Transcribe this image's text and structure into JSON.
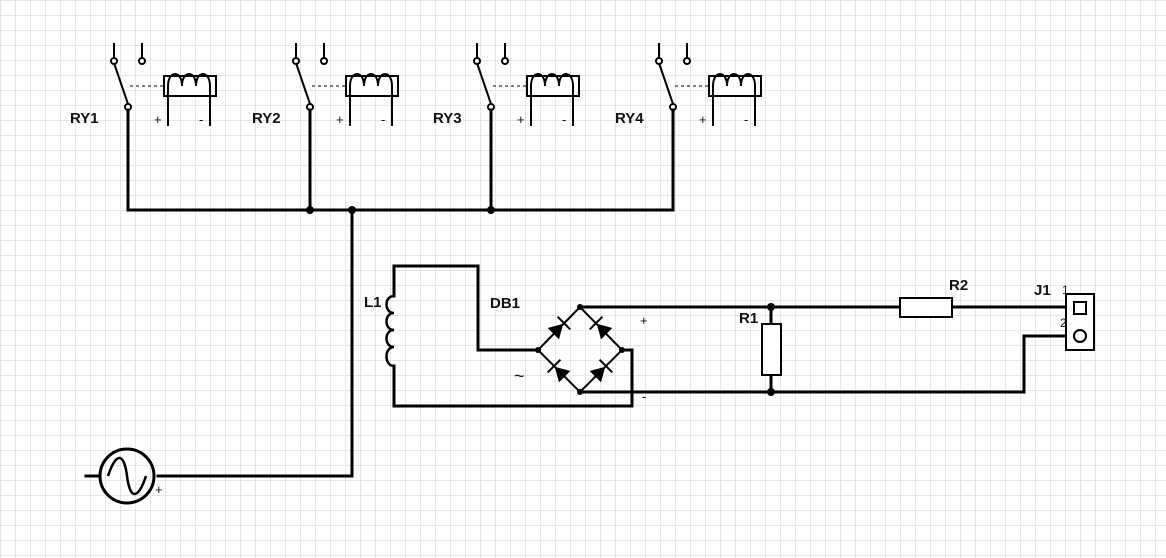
{
  "diagram": {
    "type": "electrical-schematic",
    "relays": [
      {
        "ref": "RY1",
        "plus": "+",
        "minus": "-"
      },
      {
        "ref": "RY2",
        "plus": "+",
        "minus": "-"
      },
      {
        "ref": "RY3",
        "plus": "+",
        "minus": "-"
      },
      {
        "ref": "RY4",
        "plus": "+",
        "minus": "-"
      }
    ],
    "inductor": {
      "ref": "L1"
    },
    "bridge": {
      "ref": "DB1",
      "ac_symbol": "~",
      "plus": "+",
      "minus": "-"
    },
    "resistors": [
      {
        "ref": "R1"
      },
      {
        "ref": "R2"
      }
    ],
    "connector": {
      "ref": "J1",
      "pins": [
        "1",
        "2"
      ]
    },
    "source": {
      "plus": "+"
    }
  }
}
